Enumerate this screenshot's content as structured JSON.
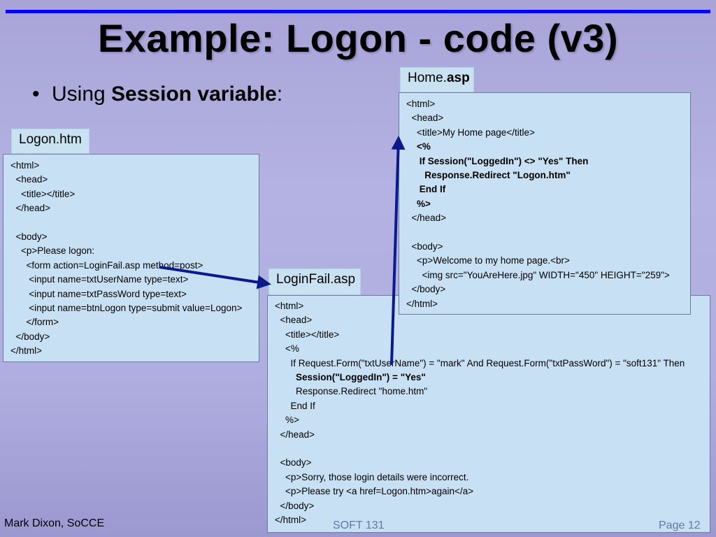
{
  "slide": {
    "title": "Example: Logon - code (v3)",
    "bullet_prefix": "Using ",
    "bullet_bold": "Session variable",
    "bullet_suffix": ":"
  },
  "labels": {
    "logon_htm": "Logon.htm",
    "loginfail_asp": "LoginFail.asp",
    "home_prefix": "Home.",
    "home_ext": "asp"
  },
  "logon_code": [
    "<html>",
    "  <head>",
    "    <title></title>",
    "  </head>",
    "",
    "  <body>",
    "    <p>Please logon:",
    "      <form action=LoginFail.asp method=post>",
    "       <input name=txtUserName type=text>",
    "       <input name=txtPassWord type=text>",
    "       <input name=btnLogon type=submit value=Logon>",
    "      </form>",
    "  </body>",
    "</html>"
  ],
  "loginfail_code": [
    "<html>",
    "  <head>",
    "    <title></title>",
    "    <%",
    "      If Request.Form(\"txtUserName\") = \"mark\" And Request.Form(\"txtPassWord\") = \"soft131\" Then",
    "        Session(\"LoggedIn\") = \"Yes\"",
    "        Response.Redirect \"home.htm\"",
    "      End If",
    "    %>",
    "  </head>",
    "",
    "  <body>",
    "    <p>Sorry, those login details were incorrect.",
    "    <p>Please try <a href=Logon.htm>again</a>",
    "  </body>",
    "</html>"
  ],
  "home_code": [
    "<html>",
    "  <head>",
    "    <title>My Home page</title>",
    "    <%",
    "     If Session(\"LoggedIn\") <> \"Yes\" Then",
    "       Response.Redirect \"Logon.htm\"",
    "     End If",
    "    %>",
    "  </head>",
    "",
    "  <body>",
    "    <p>Welcome to my home page.<br>",
    "      <img src=\"YouAreHere.jpg\" WIDTH=\"450\" HEIGHT=\"259\">",
    "  </body>",
    "</html>"
  ],
  "footer": {
    "author": "Mark Dixon, SoCCE",
    "course": "SOFT 131",
    "page": "Page 12"
  },
  "colors": {
    "top_rule": "#0000ff",
    "arrow": "#0a1a8c",
    "code_box": "#c8e0f4"
  }
}
